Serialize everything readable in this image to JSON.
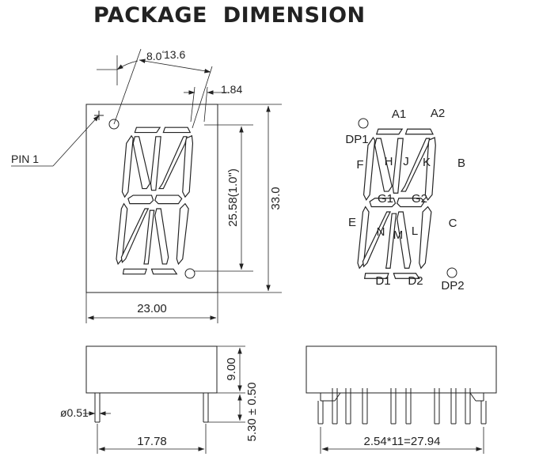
{
  "title": "PACKAGE  DIMENSION",
  "front_view": {
    "angle": "8.0",
    "degree": "°",
    "top_offset": "13.6",
    "segment_width": "1.84",
    "pin1_label": "PIN 1",
    "digit_height": "25.58(1.0\")",
    "total_height": "33.0",
    "total_width": "23.00"
  },
  "segment_map": {
    "labels": [
      "A1",
      "A2",
      "B",
      "C",
      "D1",
      "D2",
      "E",
      "F",
      "G1",
      "G2",
      "H",
      "J",
      "K",
      "L",
      "M",
      "N",
      "DP1",
      "DP2"
    ]
  },
  "side_view": {
    "depth": "9.00",
    "pin_diameter": "ø0.51",
    "pin_length": "5.30 ± 0.50",
    "row_spacing": "17.78"
  },
  "bottom_view": {
    "pin_span": "2.54*11=27.94"
  }
}
